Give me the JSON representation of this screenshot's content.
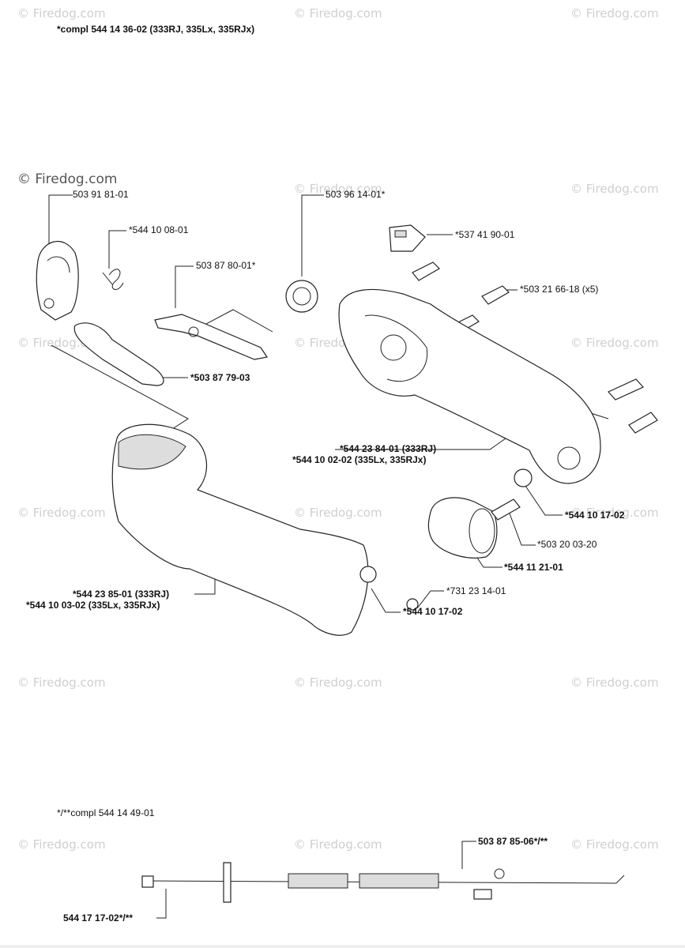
{
  "header": {
    "assembly_label": "*compl 544 14 36-02 (333RJ, 335Lx, 335RJx)"
  },
  "watermark": {
    "brand": "© Firedog.com",
    "overlay_prefix": "© Firedog.com"
  },
  "parts": {
    "p503_91_81": "503 91 81-01",
    "p544_10_08": "*544 10 08-01",
    "p503_87_80": "503 87 80-01*",
    "p503_87_79": "*503 87 79-03",
    "p503_96_14": "503 96 14-01*",
    "p537_41_90": "*537 41 90-01",
    "p503_21_66": "*503 21 66-18 (x5)",
    "p544_23_84": "*544 23 84-01 (333RJ)",
    "p544_10_02": "*544 10 02-02 (335Lx, 335RJx)",
    "p544_10_17_a": "*544 10 17-02",
    "p503_20_03": "*503 20 03-20",
    "p544_11_21": "*544 11 21-01",
    "p731_23_14": "*731 23 14-01",
    "p544_23_85": "*544 23 85-01 (333RJ)",
    "p544_10_03": "*544 10 03-02 (335Lx, 335RJx)",
    "p544_10_17_b": "*544 10 17-02"
  },
  "cable": {
    "assembly_label": "*/**compl 544 14 49-01",
    "p503_87_85": "503 87 85-06*/**",
    "p544_17_17": "544 17 17-02*/**"
  }
}
